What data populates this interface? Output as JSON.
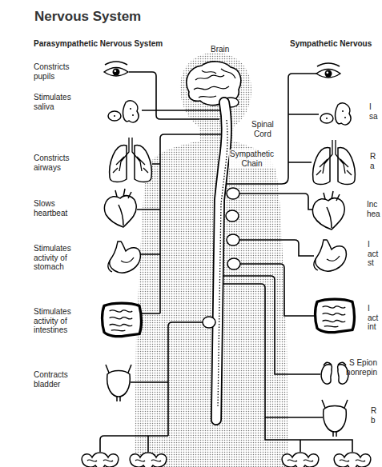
{
  "diagram": {
    "title": "Nervous System",
    "labels": [
      "Parasympathetic Nervous System",
      "Brain",
      "Sympathetic Nervous",
      "Constricts pupils",
      "Stimulates saliva",
      "Spinal Cord",
      "Sympathetic Chain",
      "Constricts airways",
      "Slows heartbeat",
      "Stimulates activity of stomach",
      "Stimulates activity of intestines",
      "Contracts bladder",
      "I sa",
      "R a",
      "Inc hea",
      "I act st",
      "I act int",
      "S Epion nonrepin",
      "R b"
    ]
  }
}
